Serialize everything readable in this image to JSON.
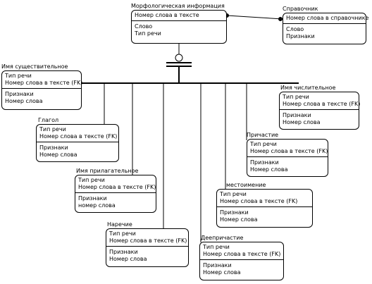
{
  "entities": {
    "morph": {
      "title": "Морфологическая информация",
      "keys": [
        "Номер слова в тексте"
      ],
      "attrs": [
        "Слово",
        "Тип речи"
      ]
    },
    "spravochnik": {
      "title": "Справочник",
      "keys": [
        "Номер слова в справочнике"
      ],
      "attrs": [
        "Слово",
        "Признаки"
      ]
    },
    "noun": {
      "title": "Имя существительное",
      "keys": [
        "Тип речи",
        "Номер слова в тексте (FK)"
      ],
      "attrs": [
        "Признаки",
        "Номер слова"
      ]
    },
    "numeral": {
      "title": "Имя числительное",
      "keys": [
        "Тип речи",
        "Номер слова в тексте (FK)"
      ],
      "attrs": [
        "Признаки",
        "Номер слова"
      ]
    },
    "verb": {
      "title": "Глагол",
      "keys": [
        "Тип речи",
        "Номер слова в тексте (FK)"
      ],
      "attrs": [
        "Признаки",
        "Номер слова"
      ]
    },
    "participle": {
      "title": "Причастие",
      "keys": [
        "Тип речи",
        "Номер слова в тексте (FK)"
      ],
      "attrs": [
        "Признаки",
        "Номер слова"
      ]
    },
    "adjective": {
      "title": "Имя прилагательное",
      "keys": [
        "Тип речи",
        "Номер слова в тексте (FK)"
      ],
      "attrs": [
        "Признаки",
        "номер слова"
      ]
    },
    "pronoun": {
      "title": "местоимение",
      "keys": [
        "Тип речи",
        "Номер слова в тексте (FK)"
      ],
      "attrs": [
        "Признаки",
        "Номер слова"
      ]
    },
    "adverb": {
      "title": "Наречие",
      "keys": [
        "Тип речи",
        "Номер слова в тексте (FK)"
      ],
      "attrs": [
        "Признаки",
        "Номер слова"
      ]
    },
    "gerund": {
      "title": "Деепричастие",
      "keys": [
        "Тип речи",
        "Номер слова в тексте (FK)"
      ],
      "attrs": [
        "Признаки",
        "Номер слова"
      ]
    }
  }
}
